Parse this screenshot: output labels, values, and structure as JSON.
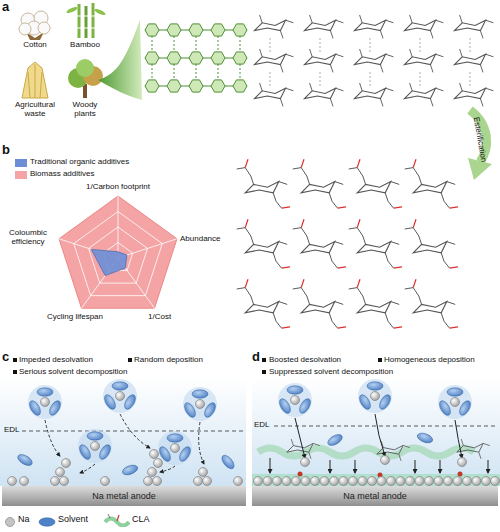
{
  "diagram": {
    "nodes": [
      {
        "text": [
          "Na metal anode"
        ]
      },
      {
        "text": [
          "Na metal anode"
        ]
      }
    ],
    "labels": [
      "a",
      "Cotton",
      "Bamboo",
      "Agricultural waste",
      "Woody plants",
      "Esterification",
      "b",
      "1/Carbon footprint",
      "Abundance",
      "1/Cost",
      "Cycling lifespan",
      "Coloumbic efficiency",
      "c",
      "Impeded desolvation",
      "Random deposition",
      "Serious solvent decomposition",
      "EDL",
      "d",
      "Boosted desolvation",
      "Homogeneous deposition",
      "Suppressed solvent decomposition",
      "EDL"
    ],
    "legend": [
      {
        "text": "Traditional organic additives",
        "color": "#6b8ed6"
      },
      {
        "text": "Biomass additives",
        "color": "#f4a4a4"
      },
      {
        "text": "Na"
      },
      {
        "text": "Solvent"
      },
      {
        "text": "CLA"
      }
    ]
  }
}
